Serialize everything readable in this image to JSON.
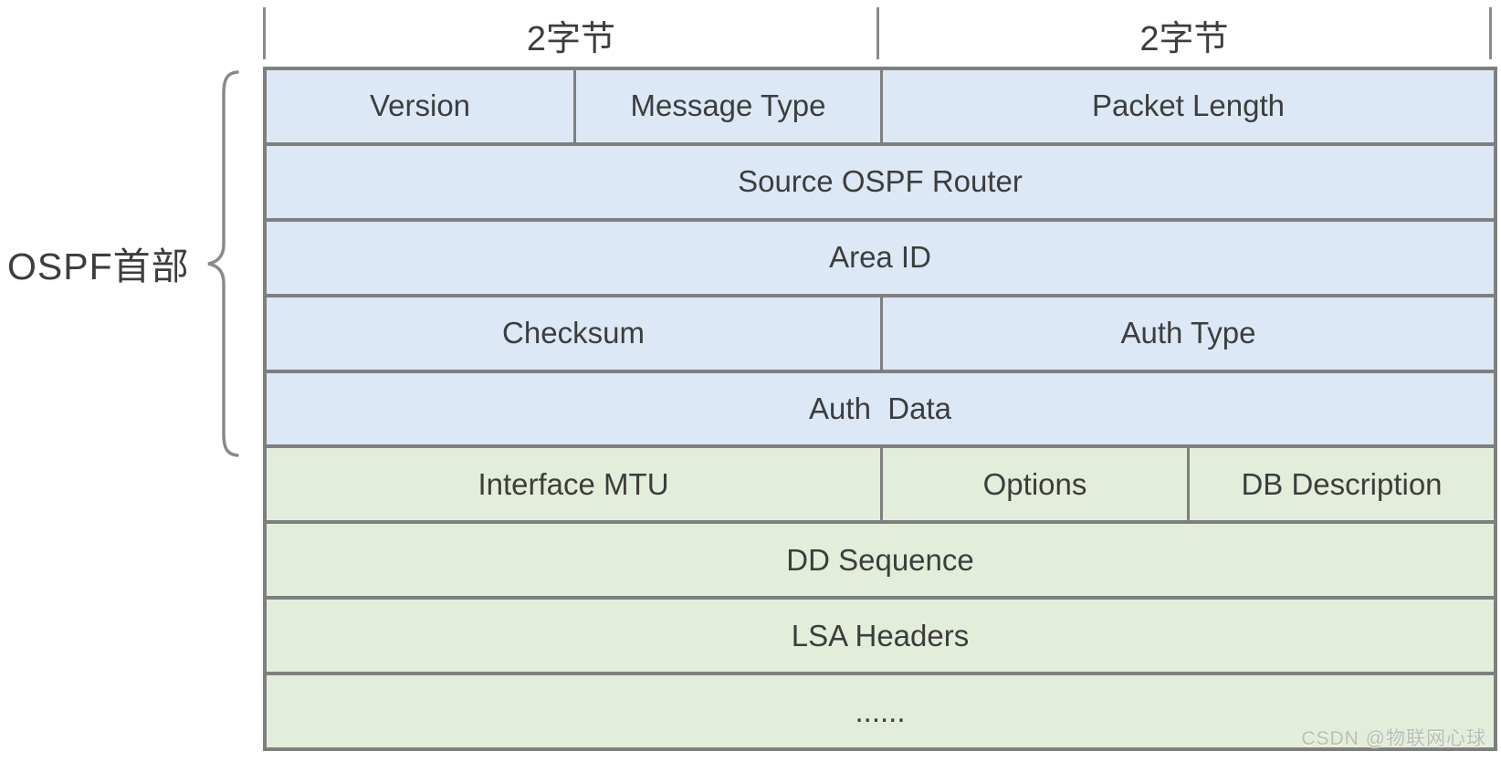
{
  "ruler": {
    "left_label": "2字节",
    "right_label": "2字节"
  },
  "side": {
    "label": "OSPF首部"
  },
  "table": {
    "rows": [
      {
        "section": "ospf-header",
        "cells": [
          {
            "label": "Version"
          },
          {
            "label": "Message Type"
          },
          {
            "label": "Packet Length"
          }
        ]
      },
      {
        "section": "ospf-header",
        "cells": [
          {
            "label": "Source OSPF Router"
          }
        ]
      },
      {
        "section": "ospf-header",
        "cells": [
          {
            "label": "Area ID"
          }
        ]
      },
      {
        "section": "ospf-header",
        "cells": [
          {
            "label": "Checksum"
          },
          {
            "label": "Auth Type"
          }
        ]
      },
      {
        "section": "ospf-header",
        "cells": [
          {
            "label": "Auth  Data"
          }
        ]
      },
      {
        "section": "dd-body",
        "cells": [
          {
            "label": "Interface MTU"
          },
          {
            "label": "Options"
          },
          {
            "label": "DB Description"
          }
        ]
      },
      {
        "section": "dd-body",
        "cells": [
          {
            "label": "DD Sequence"
          }
        ]
      },
      {
        "section": "dd-body",
        "cells": [
          {
            "label": "LSA Headers"
          }
        ]
      },
      {
        "section": "dd-body",
        "cells": [
          {
            "label": "......"
          }
        ]
      }
    ]
  },
  "watermark": {
    "text": "CSDN @物联网心球"
  },
  "colors": {
    "header_fill": "#dce8f6",
    "body_fill": "#e3eeda",
    "border": "#7f7f7f",
    "text": "#3d3d3d",
    "watermark": "#b7beb5"
  }
}
